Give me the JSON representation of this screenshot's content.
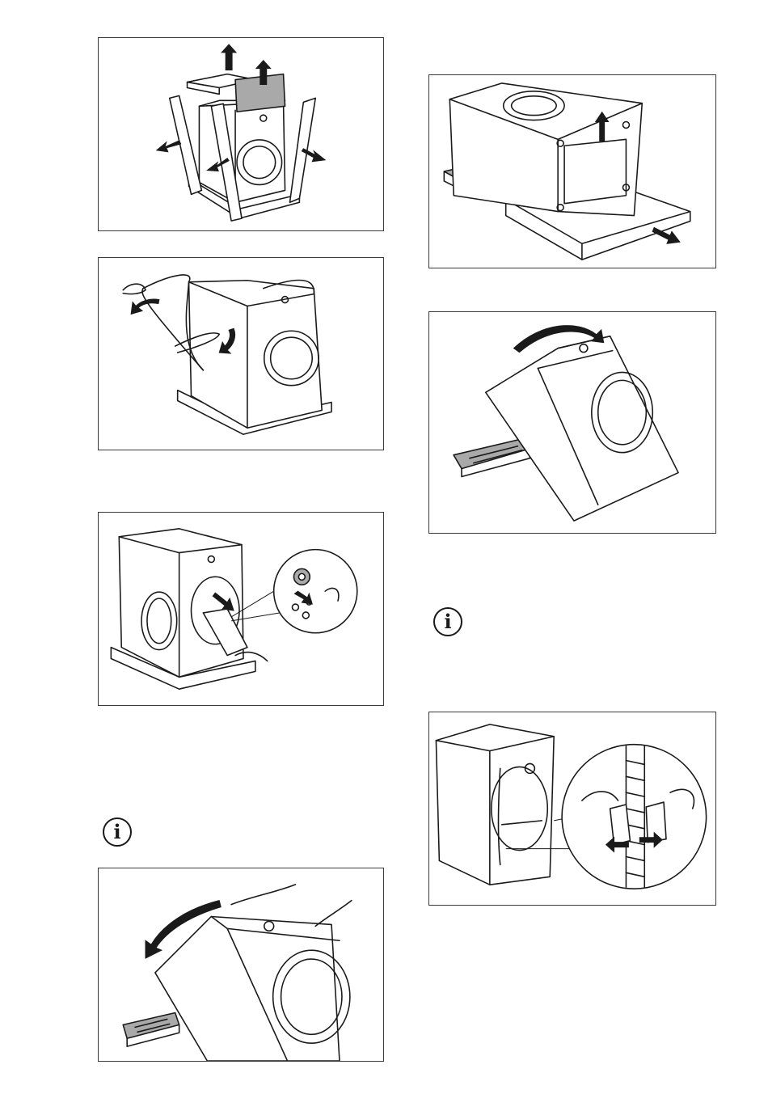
{
  "figures": [
    {
      "icon": "remove-packaging-illustration"
    },
    {
      "icon": "remove-plastic-cover-illustration"
    },
    {
      "icon": "remove-accessory-bag-illustration"
    },
    {
      "icon": "tilt-machine-back-illustration"
    },
    {
      "icon": "lift-off-base-illustration"
    },
    {
      "icon": "tilt-machine-side-illustration"
    },
    {
      "icon": "release-hose-clamp-illustration"
    }
  ],
  "info_notes": [
    {
      "icon": "info-icon",
      "glyph": "i"
    },
    {
      "icon": "info-icon",
      "glyph": "i"
    }
  ]
}
